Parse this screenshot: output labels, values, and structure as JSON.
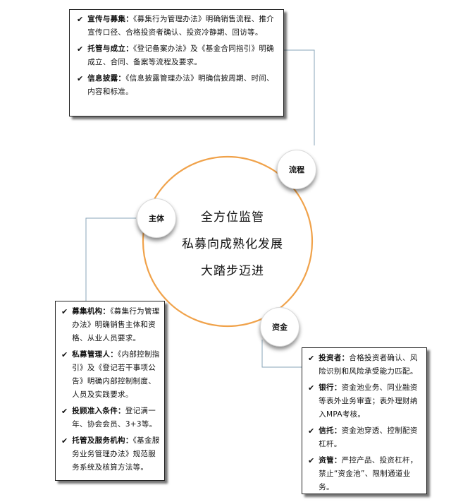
{
  "center": {
    "line1": "全方位监管",
    "line2": "私募向成熟化发展",
    "line3": "大踏步迈进"
  },
  "nodes": {
    "process": "流程",
    "subject": "主体",
    "funds": "资金"
  },
  "box_process": [
    {
      "title": "宣传与募集：",
      "text": "《募集行为管理办法》明确销售流程、推介宣传口径、合格投资者确认、投资冷静期、回访等。"
    },
    {
      "title": "托管与成立：",
      "text": "《登记备案办法》及《基金合同指引》明确成立、合同、备案等流程及要求。"
    },
    {
      "title": "信息披露：",
      "text": "《信息披露管理办法》明确信披周期、时间、内容和标准。"
    }
  ],
  "box_subject": [
    {
      "title": "募集机构：",
      "text": "《募集行为管理办法》明确销售主体和资格、从业人员要求。"
    },
    {
      "title": "私募管理人：",
      "text": "《内部控制指引》及《登记若干事项公告》明确内部控制制度、人员及实践要求。"
    },
    {
      "title": "投顾准入条件：",
      "text": "登记满一年、协会会员、3+3等。"
    },
    {
      "title": "托管及服务机构：",
      "text": "《基金服务业务管理办法》规范服务系统及核算方法等。"
    }
  ],
  "box_funds": [
    {
      "title": "投资者：",
      "text": "合格投资者确认、风险识别和风险承受能力匹配。"
    },
    {
      "title": "银行：",
      "text": "资金池业务、同业融资等表外业务审查；表外理财纳入MPA考核。"
    },
    {
      "title": "信托：",
      "text": "资金池穿透、控制配资杠杆。"
    },
    {
      "title": "资管：",
      "text": "严控产品、投资杠杆，禁止“资金池”、限制通道业务。"
    }
  ],
  "check_glyph": "✔",
  "colors": {
    "ring": "#f0a24a",
    "connector": "#8aa6b8"
  }
}
